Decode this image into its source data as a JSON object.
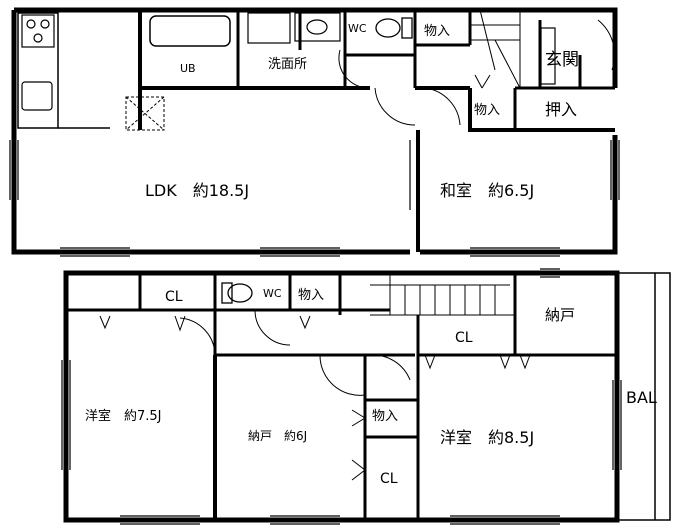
{
  "floor1": {
    "ldk": "LDK　約18.5J",
    "washitsu": "和室　約6.5J",
    "genkan": "玄関",
    "oshiire": "押入",
    "monoire_top": "物入",
    "monoire_mid": "物入",
    "wc": "WC",
    "senmenjo": "洗面所",
    "ub": "UB"
  },
  "floor2": {
    "cl_left": "CL",
    "wc": "WC",
    "monoire_top": "物入",
    "cl_center": "CL",
    "nando_right": "納戸",
    "youshitsu_left": "洋室　約7.5J",
    "nando_center": "納戸　約6J",
    "monoire_center": "物入",
    "cl_closet": "CL",
    "youshitsu_right": "洋室　約8.5J",
    "bal": "BAL"
  }
}
